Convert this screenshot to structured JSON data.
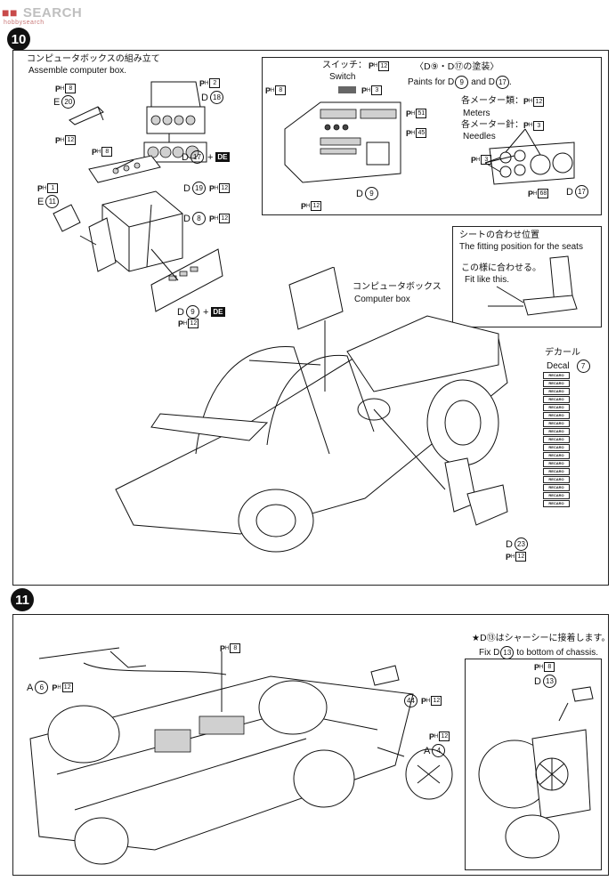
{
  "watermark": {
    "brand": "SEARCH",
    "sub": "hobbysearch"
  },
  "step10": {
    "badge": "10",
    "box_assembly": {
      "jp": "コンピュータボックスの組み立て",
      "en": "Assemble computer box."
    },
    "parts_assembly": [
      {
        "id": "e20",
        "prefix": "E",
        "num": "20"
      },
      {
        "id": "d18",
        "prefix": "D",
        "num": "18"
      },
      {
        "id": "d17",
        "prefix": "D",
        "num": "17",
        "decal": "DE"
      },
      {
        "id": "d19",
        "prefix": "D",
        "num": "19"
      },
      {
        "id": "e11",
        "prefix": "E",
        "num": "11"
      },
      {
        "id": "d8",
        "prefix": "D",
        "num": "8"
      },
      {
        "id": "d9",
        "prefix": "D",
        "num": "9",
        "decal": "DE"
      }
    ],
    "paint_codes": [
      "8",
      "12",
      "8",
      "2",
      "12",
      "1",
      "12",
      "12",
      "12"
    ],
    "paints_box": {
      "switch_jp": "スイッチ：",
      "switch_en": "Switch",
      "switch_ph": "12",
      "switch_color_ph": "3",
      "paints_for_jp": "〈D⑨・D⑰の塗装〉",
      "paints_for_en_a": "Paints for D",
      "paints_for_en_b": "and D",
      "paints_for_num_a": "9",
      "paints_for_num_b": "17",
      "meters_jp": "各メーター類：",
      "meters_en": "Meters",
      "meters_ph": "12",
      "needles_jp": "各メーター針：",
      "needles_en": "Needles",
      "needles_ph": "3",
      "panel_codes": [
        "8",
        "51",
        "45",
        "12",
        "3",
        "68"
      ],
      "d9_label_prefix": "D",
      "d9_label_num": "9",
      "d17_label_prefix": "D",
      "d17_label_num": "17"
    },
    "seat_box": {
      "jp": "シートの合わせ位置",
      "en": "The fitting position for the seats",
      "fit_jp": "この様に合わせる。",
      "fit_en": "Fit like this."
    },
    "computer_box_label": {
      "jp": "コンピュータボックス",
      "en": "Computer box"
    },
    "decal": {
      "jp": "デカール",
      "en": "Decal",
      "num": "7",
      "items": [
        "RECARO",
        "RECARO",
        "RECARO",
        "RECARO",
        "RECARO",
        "RECARO",
        "RECARO",
        "RECARO",
        "RECARO",
        "RECARO",
        "RECARO",
        "RECARO",
        "RECARO",
        "RECARO",
        "RECARO",
        "RECARO",
        "RECARO"
      ]
    },
    "seat_part": {
      "prefix": "D",
      "num": "23",
      "ph": "12"
    }
  },
  "step11": {
    "badge": "11",
    "note_jp": "★D⑬はシャーシーに接着します。",
    "note_en_a": "Fix D",
    "note_en_b": "to bottom of chassis.",
    "note_num": "13",
    "parts": [
      {
        "id": "a6",
        "prefix": "A",
        "num": "6",
        "ph": "12"
      },
      {
        "id": "p44",
        "prefix": "",
        "num": "44",
        "ph": "12"
      },
      {
        "id": "a4",
        "prefix": "A",
        "num": "4",
        "ph": "12"
      },
      {
        "id": "d13",
        "prefix": "D",
        "num": "13",
        "ph": "8"
      }
    ],
    "ph_top": "8"
  }
}
